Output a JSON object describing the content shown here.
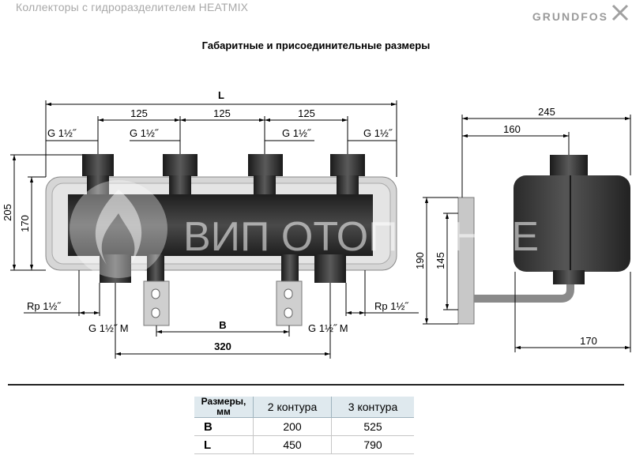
{
  "header": {
    "title": "Коллекторы с гидроразделителем HEATMIX",
    "brand": "GRUNDFOS"
  },
  "page_title": "Габаритные и присоединительные размеры",
  "watermark": "ВИП ОТОПЛЕНИЕ",
  "front_view": {
    "overall_length_label": "L",
    "spacing": [
      "125",
      "125",
      "125"
    ],
    "top_threads": [
      "G 1½˝",
      "G 1½˝",
      "G 1½˝",
      "G 1½˝"
    ],
    "height_outer": "205",
    "height_inner": "170",
    "rp_left": "Rp 1½˝",
    "rp_right": "Rp 1½˝",
    "g_bottom_left": "G 1½˝ M",
    "g_bottom_right": "G 1½˝ M",
    "b_label": "B",
    "bottom_width": "320"
  },
  "side_view": {
    "depth_total": "245",
    "depth_partial": "160",
    "height_outer": "190",
    "height_inner": "145",
    "bottom_depth": "170"
  },
  "table": {
    "corner": [
      "Размеры,",
      "мм"
    ],
    "columns": [
      "2 контура",
      "3 контура"
    ],
    "rows": [
      {
        "label": "B",
        "values": [
          "200",
          "525"
        ]
      },
      {
        "label": "L",
        "values": [
          "450",
          "790"
        ]
      }
    ]
  },
  "colors": {
    "body_dark": "#3a3a3a",
    "plate": "#d4d4d4",
    "header_text": "#a8a8a8",
    "table_header_bg": "#dfe9ee"
  }
}
